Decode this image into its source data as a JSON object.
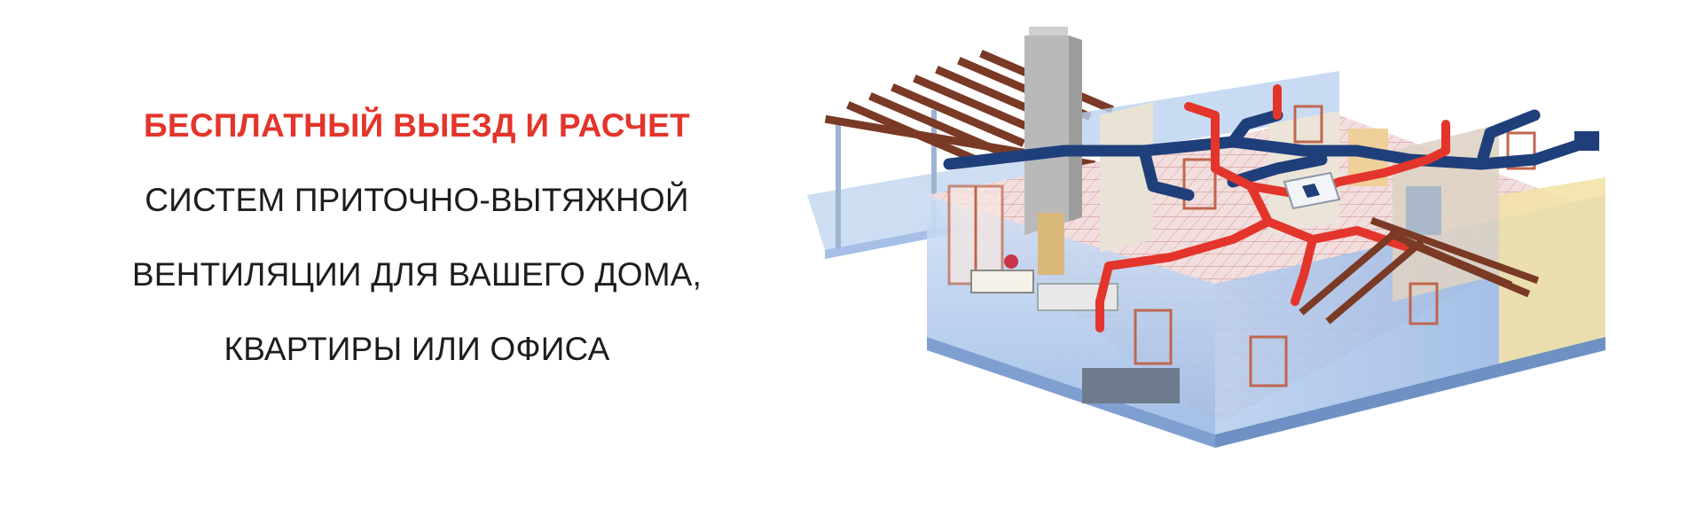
{
  "banner": {
    "headline": "БЕСПЛАТНЫЙ ВЫЕЗД И РАСЧЕТ",
    "lines": [
      "СИСТЕМ ПРИТОЧНО-ВЫТЯЖНОЙ",
      "ВЕНТИЛЯЦИИ ДЛЯ ВАШЕГО ДОМА,",
      "КВАРТИРЫ ИЛИ ОФИСА"
    ],
    "colors": {
      "headline": "#e3352b",
      "text": "#1d1d1d",
      "supply_duct": "#e3352b",
      "exhaust_duct": "#1f3f7a",
      "glass": "#a9c6ec",
      "beams": "#7a3a25"
    },
    "illustration": "house-ventilation-isometric"
  }
}
